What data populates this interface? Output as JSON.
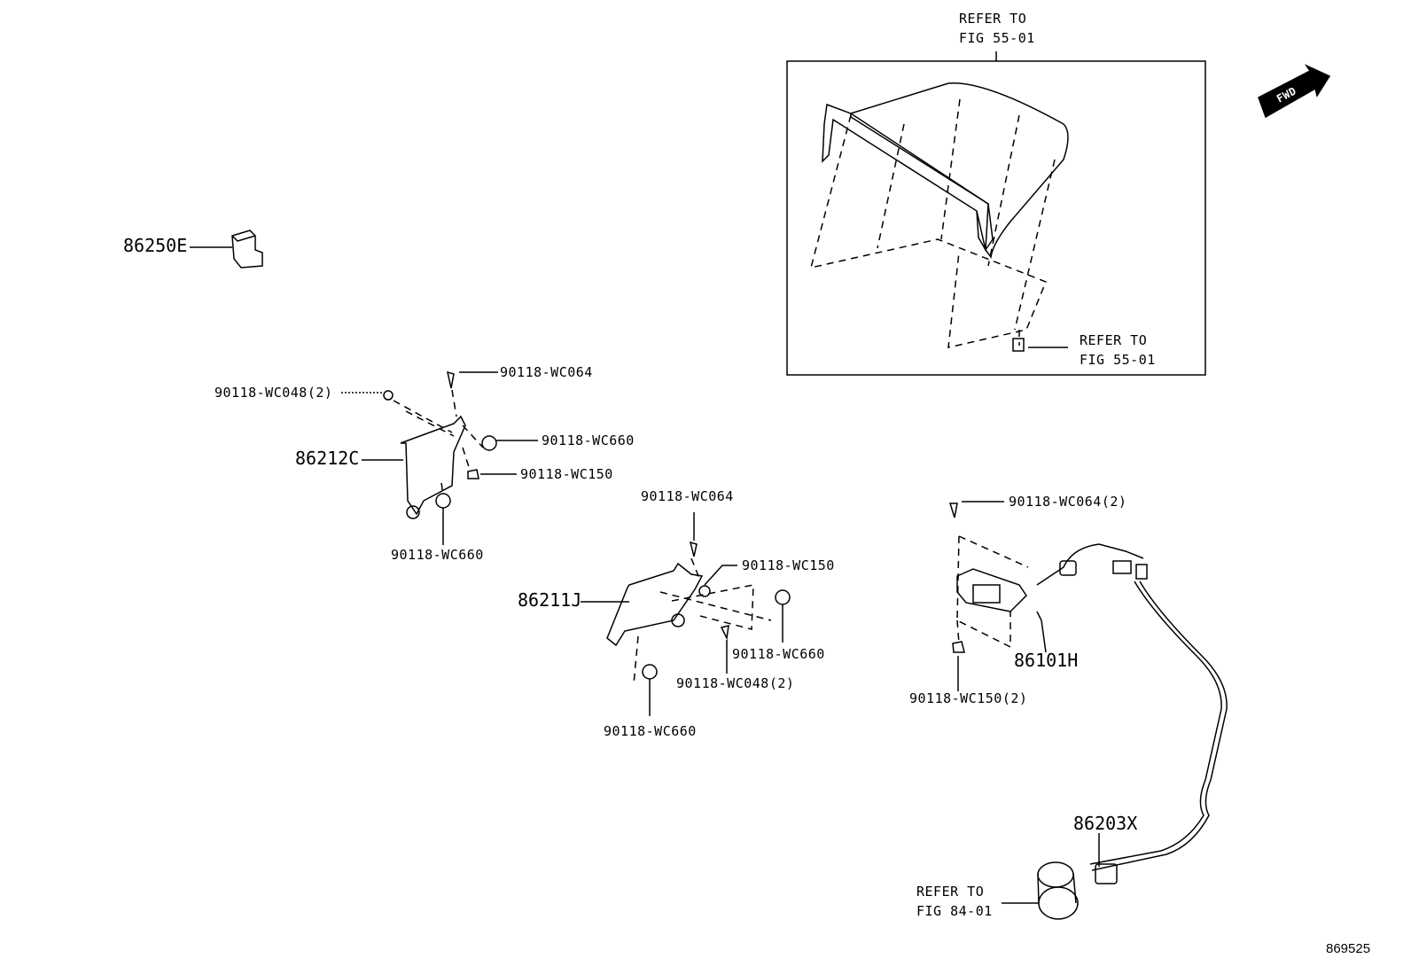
{
  "labels": {
    "refer_top_1": "REFER TO",
    "refer_top_2": "FIG 55-01",
    "refer_mid_1": "REFER TO",
    "refer_mid_2": "FIG 55-01",
    "refer_bot_1": "REFER TO",
    "refer_bot_2": "FIG 84-01",
    "p86250E": "86250E",
    "p86212C": "86212C",
    "p86211J": "86211J",
    "p86101H": "86101H",
    "p86203X": "86203X",
    "b_wc064_a": "90118-WC064",
    "b_wc048_a": "90118-WC048(2)",
    "b_wc660_a": "90118-WC660",
    "b_wc150_a": "90118-WC150",
    "b_wc660_b": "90118-WC660",
    "b_wc064_b": "90118-WC064",
    "b_wc150_b": "90118-WC150",
    "b_wc660_c": "90118-WC660",
    "b_wc048_b": "90118-WC048(2)",
    "b_wc660_d": "90118-WC660",
    "b_wc064_c": "90118-WC064(2)",
    "b_wc150_c": "90118-WC150(2)",
    "fwd": "FWD",
    "figure_number": "869525"
  }
}
